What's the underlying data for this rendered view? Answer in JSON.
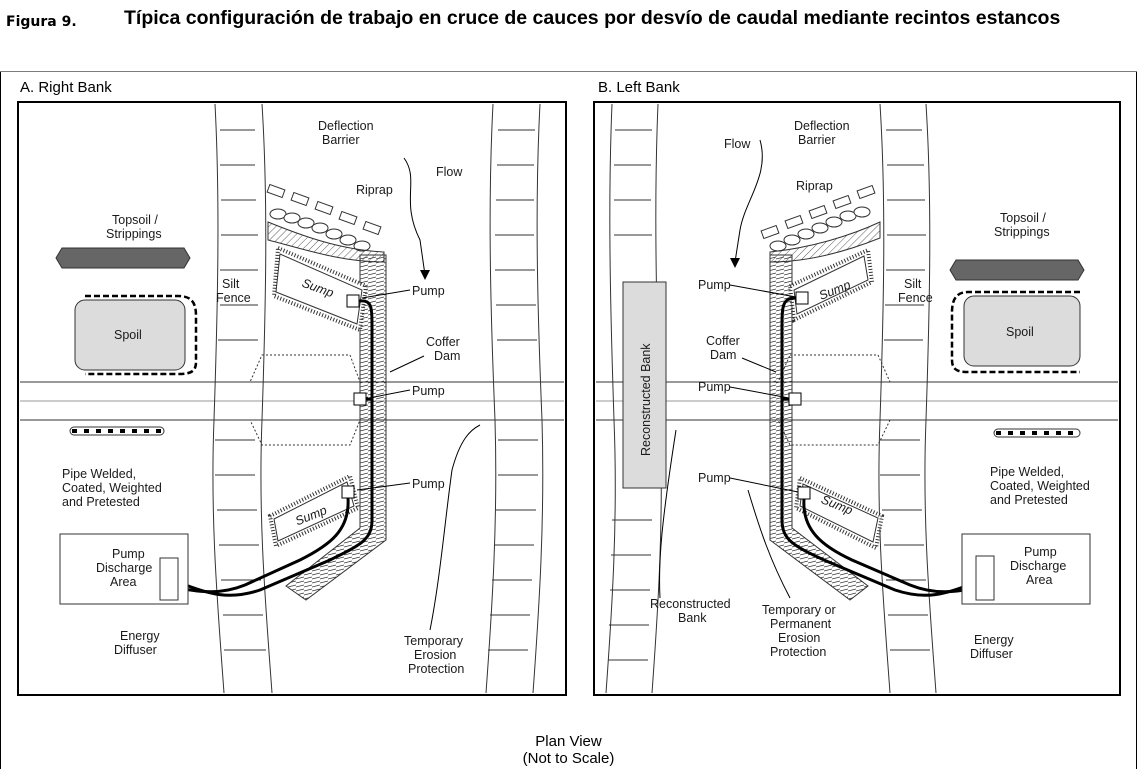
{
  "figure": {
    "number": "Figura 9.",
    "title": "Típica configuración de trabajo en cruce de cauces por desvío de caudal mediante recintos estancos"
  },
  "panels": {
    "a": {
      "title": "A. Right Bank",
      "labels": {
        "deflection1": "Deflection",
        "deflection2": "Barrier",
        "riprap": "Riprap",
        "flow": "Flow",
        "topsoil1": "Topsoil /",
        "topsoil2": "Strippings",
        "silt1": "Silt",
        "silt2": "Fence",
        "spoil": "Spoil",
        "sump": "Sump",
        "pump": "Pump",
        "coffer1": "Coffer",
        "coffer2": "Dam",
        "pipe1": "Pipe Welded,",
        "pipe2": "Coated, Weighted",
        "pipe3": "and Pretested",
        "discharge1": "Pump",
        "discharge2": "Discharge",
        "discharge3": "Area",
        "energy1": "Energy",
        "energy2": "Diffuser",
        "erosion1": "Temporary",
        "erosion2": "Erosion",
        "erosion3": "Protection"
      }
    },
    "b": {
      "title": "B. Left Bank",
      "labels": {
        "deflection1": "Deflection",
        "deflection2": "Barrier",
        "riprap": "Riprap",
        "flow": "Flow",
        "topsoil1": "Topsoil /",
        "topsoil2": "Strippings",
        "silt1": "Silt",
        "silt2": "Fence",
        "spoil": "Spoil",
        "sump": "Sump",
        "pump": "Pump",
        "coffer1": "Coffer",
        "coffer2": "Dam",
        "recon_bank_vertical": "Reconstructed Bank",
        "pipe1": "Pipe Welded,",
        "pipe2": "Coated, Weighted",
        "pipe3": "and Pretested",
        "discharge1": "Pump",
        "discharge2": "Discharge",
        "discharge3": "Area",
        "energy1": "Energy",
        "energy2": "Diffuser",
        "recon1": "Reconstructed",
        "recon2": "Bank",
        "tep1": "Temporary or",
        "tep2": "Permanent",
        "tep3": "Erosion",
        "tep4": "Protection"
      }
    }
  },
  "footer": {
    "line1": "Plan View",
    "line2": "(Not to Scale)"
  }
}
